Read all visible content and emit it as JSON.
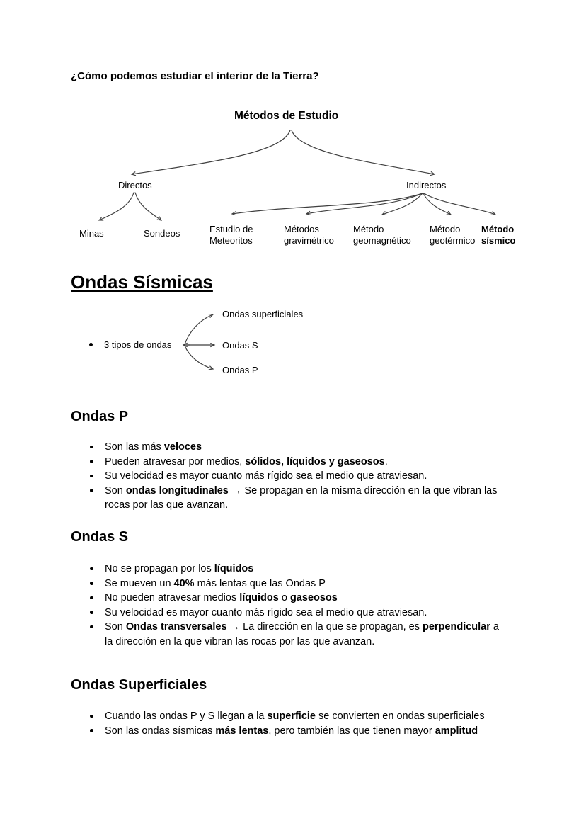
{
  "colors": {
    "ink": "#000000",
    "diagram_line": "#3f3f3f",
    "background": "#ffffff"
  },
  "doc": {
    "title": "¿Cómo podemos estudiar el interior de la Tierra?"
  },
  "methods_diagram": {
    "root": "Métodos de Estudio",
    "direct": {
      "label": "Directos",
      "leaves": [
        {
          "text": "Minas"
        },
        {
          "text": "Sondeos"
        }
      ]
    },
    "indirect": {
      "label": "Indirectos",
      "leaves": [
        {
          "line1": "Estudio de",
          "line2": "Meteoritos",
          "bold": false
        },
        {
          "line1": "Métodos",
          "line2": "gravimétrico",
          "bold": false
        },
        {
          "line1": "Método",
          "line2": "geomagnético",
          "bold": false
        },
        {
          "line1": "Método",
          "line2": "geotérmico",
          "bold": false
        },
        {
          "line1": "Método",
          "line2": "sísmico",
          "bold": true
        }
      ]
    }
  },
  "seismic_waves": {
    "heading": "Ondas Sísmicas",
    "bullet": "3 tipos de ondas",
    "types": [
      "Ondas superficiales",
      "Ondas S",
      "Ondas P"
    ]
  },
  "sections": [
    {
      "heading": "Ondas P",
      "bullets": [
        [
          {
            "t": "Son las más "
          },
          {
            "t": "veloces",
            "b": true
          }
        ],
        [
          {
            "t": "Pueden atravesar por medios, "
          },
          {
            "t": "sólidos, líquidos y gaseosos",
            "b": true
          },
          {
            "t": "."
          }
        ],
        [
          {
            "t": "Su velocidad es mayor cuanto más rígido sea el medio que atraviesan."
          }
        ],
        [
          {
            "t": "Son "
          },
          {
            "t": "ondas longitudinales",
            "b": true
          },
          {
            "t": " → Se propagan en la misma dirección en la que vibran las rocas por las que avanzan."
          }
        ]
      ]
    },
    {
      "heading": "Ondas S",
      "bullets": [
        [
          {
            "t": "No se propagan por los "
          },
          {
            "t": "líquidos",
            "b": true
          }
        ],
        [
          {
            "t": "Se mueven un "
          },
          {
            "t": "40%",
            "b": true
          },
          {
            "t": " más lentas que las Ondas P"
          }
        ],
        [
          {
            "t": "No pueden atravesar medios "
          },
          {
            "t": "líquidos",
            "b": true
          },
          {
            "t": " o "
          },
          {
            "t": "gaseosos",
            "b": true
          }
        ],
        [
          {
            "t": "Su velocidad es mayor cuanto más rígido sea el medio que atraviesan."
          }
        ],
        [
          {
            "t": "Son "
          },
          {
            "t": "Ondas transversales",
            "b": true
          },
          {
            "t": " → La dirección en la que se propagan, es "
          },
          {
            "t": "perpendicular",
            "b": true
          },
          {
            "t": " a la dirección en la que vibran las rocas por las que avanzan."
          }
        ]
      ]
    },
    {
      "heading": "Ondas Superficiales",
      "bullets": [
        [
          {
            "t": "Cuando las ondas P y S llegan a la "
          },
          {
            "t": "superficie",
            "b": true
          },
          {
            "t": " se convierten en ondas superficiales"
          }
        ],
        [
          {
            "t": "Son las ondas sísmicas "
          },
          {
            "t": "más lentas",
            "b": true
          },
          {
            "t": ", pero también las que tienen mayor "
          },
          {
            "t": "amplitud",
            "b": true
          }
        ]
      ]
    }
  ]
}
